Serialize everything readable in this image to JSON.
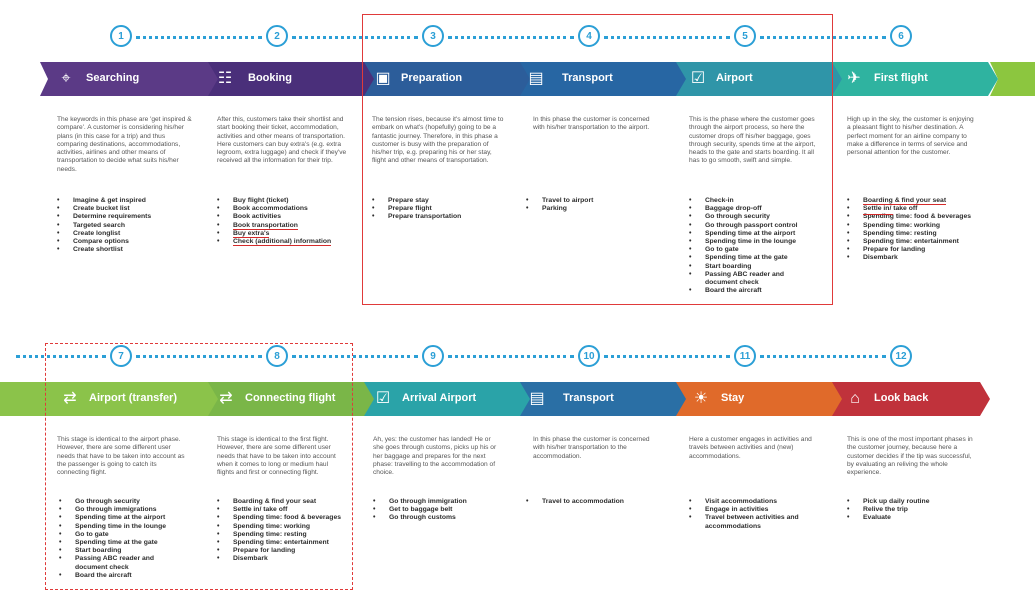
{
  "row1": {
    "phases": [
      {
        "num": "1",
        "title": "Searching",
        "icon": "compass-icon",
        "glyph": "⌖",
        "description": "The keywords in this phase are 'get inspired & compare'. A customer is considering his/her plans (in this case for a trip) and thus comparing destinations, accommodations, activities, airlines and other means of transportation to decide what suits his/her needs.",
        "items": [
          "Imagine & get inspired",
          "Create bucket list",
          "Determine requirements",
          "Targeted search",
          "Create longlist",
          "Compare options",
          "Create shortlist"
        ]
      },
      {
        "num": "2",
        "title": "Booking",
        "icon": "ticket-icon",
        "glyph": "☷",
        "description": "After this, customers take their shortlist and start booking their ticket, accommodation, activities and other means of transportation. Here customers can buy extra's (e.g. extra legroom, extra luggage) and check if they've received all the information for their trip.",
        "items": [
          "Buy flight (ticket)",
          "Book accommodations",
          "Book activities",
          "Book transportation",
          "Buy extra's",
          "Check (additional) information"
        ]
      },
      {
        "num": "3",
        "title": "Preparation",
        "icon": "suitcase-icon",
        "glyph": "▣",
        "description": "The tension rises, because it's almost time to embark on what's (hopefully) going to be a fantastic journey. Therefore, in this phase a customer is busy with the preparation of his/her trip, e.g. preparing his or her stay, flight and other means of transportation.",
        "items": [
          "Prepare stay",
          "Prepare flight",
          "Prepare transportation"
        ]
      },
      {
        "num": "4",
        "title": "Transport",
        "icon": "train-car-icon",
        "glyph": "▤",
        "description": "In this phase the customer is concerned with his/her transportation to the airport.",
        "items": [
          "Travel to airport",
          "Parking"
        ]
      },
      {
        "num": "5",
        "title": "Airport",
        "icon": "airport-desk-icon",
        "glyph": "☑",
        "description": "This is the phase where the customer goes through the airport process, so here the customer drops off his/her baggage, goes through security, spends time at the airport, heads to the gate and starts boarding. It all has to go smooth, swift and simple.",
        "items": [
          "Check-in",
          "Baggage drop-off",
          "Go through security",
          "Go through passport control",
          "Spending time at the airport",
          "Spending time in the lounge",
          "Go to gate",
          "Spending time at the gate",
          "Start boarding",
          "Passing ABC reader and document check",
          "Board the aircraft"
        ]
      },
      {
        "num": "6",
        "title": "First flight",
        "icon": "airplane-icon",
        "glyph": "✈",
        "description": "High up in the sky, the customer is enjoying a pleasant flight to his/her destination. A perfect moment for an airline company to make a difference in terms of service and personal attention for the customer.",
        "items": [
          "Boarding & find your seat",
          "Settle in/ take off",
          "Spending time: food & beverages",
          "Spending time: working",
          "Spending time: resting",
          "Spending time: entertainment",
          "Prepare for landing",
          "Disembark"
        ]
      }
    ]
  },
  "row2": {
    "phases": [
      {
        "num": "7",
        "title": "Airport (transfer)",
        "icon": "transfer-arrows-icon",
        "glyph": "⇄",
        "description": "This stage is identical to the airport phase. However, there are some different user needs that have to be taken into account as the passenger is going to catch its connecting flight.",
        "items": [
          "Go through security",
          "Go through immigrations",
          "Spending time at the airport",
          "Spending time in the lounge",
          "Go to gate",
          "Spending time at the gate",
          "Start boarding",
          "Passing ABC reader and document check",
          "Board the aircraft"
        ]
      },
      {
        "num": "8",
        "title": "Connecting flight",
        "icon": "transfer-arrows-icon",
        "glyph": "⇄",
        "description": "This stage is identical to the first flight. However, there are some different user needs that have to be taken into account when it comes to long or medium haul flights and first or connecting flight.",
        "items": [
          "Boarding & find your seat",
          "Settle in/ take off",
          "Spending time: food & beverages",
          "Spending time: working",
          "Spending time: resting",
          "Spending time: entertainment",
          "Prepare for landing",
          "Disembark"
        ]
      },
      {
        "num": "9",
        "title": "Arrival Airport",
        "icon": "airport-desk-icon",
        "glyph": "☑",
        "description": "Ah, yes: the customer has landed! He or she goes through customs, picks up his or her baggage and prepares for the next phase: travelling to the accommodation of choice.",
        "items": [
          "Go through immigration",
          "Get to baggage belt",
          "Go through customs"
        ]
      },
      {
        "num": "10",
        "title": "Transport",
        "icon": "train-car-icon",
        "glyph": "▤",
        "description": "In this phase the customer is concerned with his/her transportation to the accommodation.",
        "items": [
          "Travel to accommodation"
        ]
      },
      {
        "num": "11",
        "title": "Stay",
        "icon": "island-icon",
        "glyph": "☀",
        "description": "Here a customer engages in activities and travels between activities and (new) accommodations.",
        "items": [
          "Visit accommodations",
          "Engage in activities",
          "Travel between activities and accommodations"
        ]
      },
      {
        "num": "12",
        "title": "Look back",
        "icon": "home-icon",
        "glyph": "⌂",
        "description": "This is one of the most important phases in the customer journey, because here a customer decides if the tip was successful, by evaluating an reliving the whole experience.",
        "items": [
          "Pick up daily routine",
          "Relive the trip",
          "Evaluate"
        ]
      }
    ]
  },
  "colors": {
    "row1": [
      "#5b3a86",
      "#4a2f7a",
      "#2c5d9a",
      "#2766a3",
      "#2f95a8",
      "#2fb3a0"
    ],
    "row1_tail": "#8cc63f",
    "row2": [
      "#8bc34a",
      "#7ab648",
      "#2aa3a8",
      "#2a6fa5",
      "#e06a2a",
      "#c0323b"
    ],
    "accent": "#2b9fd6",
    "highlight": "#e03a3a"
  }
}
